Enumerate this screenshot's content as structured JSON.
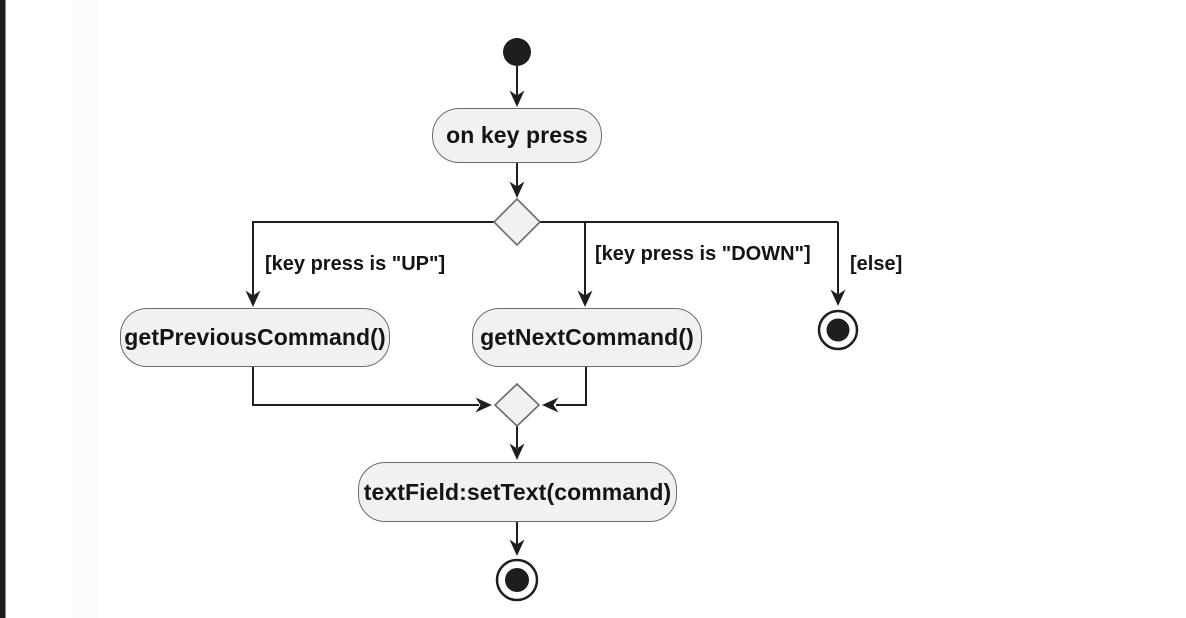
{
  "diagram": {
    "kind": "uml-activity-diagram",
    "colors": {
      "node_fill": "#f1f1f1",
      "node_border": "#6b6b6b",
      "edge": "#1e1e1e",
      "text": "#141414",
      "window_edge": "#1b1b1b",
      "canvas": "#ffffff"
    },
    "nodes": {
      "on_key_press": {
        "label": "on key press"
      },
      "get_previous_command": {
        "label": "getPreviousCommand()"
      },
      "get_next_command": {
        "label": "getNextCommand()"
      },
      "set_text": {
        "label": "textField:setText(command)"
      }
    },
    "guards": {
      "up": {
        "label": "[key press is \"UP\"]"
      },
      "down": {
        "label": "[key press is \"DOWN\"]"
      },
      "else": {
        "label": "[else]"
      }
    }
  }
}
